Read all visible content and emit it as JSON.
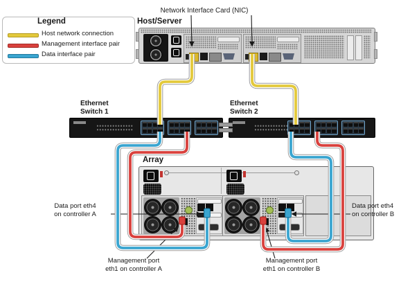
{
  "legend": {
    "title": "Legend",
    "items": [
      {
        "label": "Host network connection",
        "color": "#e3c93c"
      },
      {
        "label": "Management interface pair",
        "color": "#d9413d"
      },
      {
        "label": "Data interface pair",
        "color": "#3aa5d0"
      }
    ]
  },
  "nodes": {
    "nic_label": "Network Interface Card (NIC)",
    "host_server": "Host/Server",
    "switch1": "Ethernet\nSwitch 1",
    "switch2": "Ethernet\nSwitch 2",
    "array": "Array"
  },
  "port_labels": {
    "data_a": "Data port eth4\non controller A",
    "data_b": "Data port eth4\non controller B",
    "mgmt_a": "Management port\neth1 on controller A",
    "mgmt_b": "Management port\neth1 on controller B"
  },
  "colors": {
    "host_connection": "#e3c93c",
    "management_pair": "#d9413d",
    "data_pair": "#3aa5d0"
  }
}
